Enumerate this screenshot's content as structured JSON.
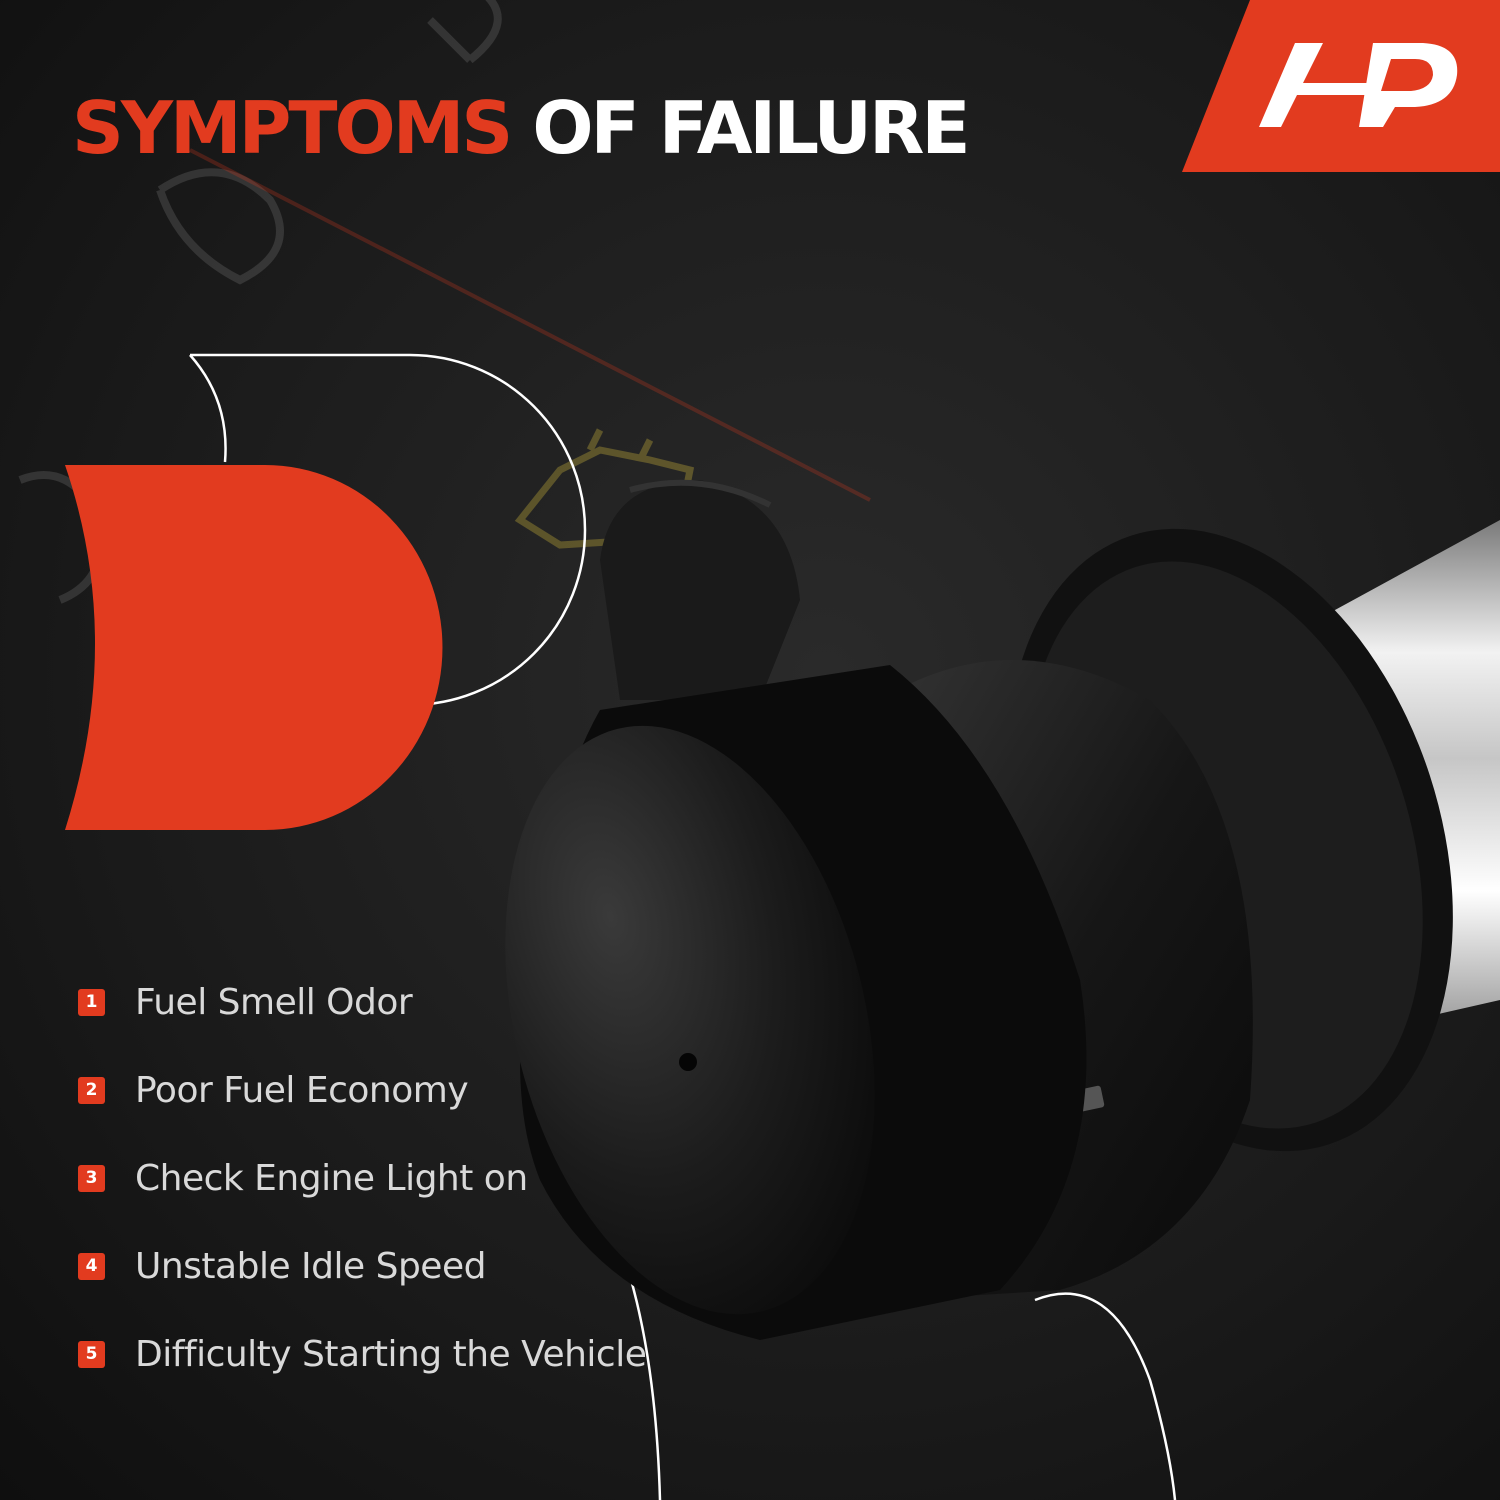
{
  "headline": {
    "accent": "SYMPTOMS",
    "rest": "OF FAILURE"
  },
  "brand": {
    "logo_icon": "a-premium-logo-icon",
    "logo_text": "AP"
  },
  "symptoms": [
    {
      "number": "1",
      "label": "Fuel Smell Odor"
    },
    {
      "number": "2",
      "label": "Poor Fuel Economy"
    },
    {
      "number": "3",
      "label": "Check Engine Light on"
    },
    {
      "number": "4",
      "label": "Unstable Idle Speed"
    },
    {
      "number": "5",
      "label": "Difficulty Starting the Vehicle"
    }
  ],
  "colors": {
    "accent": "#e23b1f",
    "background": "#141414",
    "text_light": "#d9d9d9",
    "heading_white": "#ffffff"
  },
  "icons": {
    "decorative_shape": "d-shape-graphic",
    "engine_light": "check-engine-icon",
    "product": "fuel-pump-module-image"
  }
}
